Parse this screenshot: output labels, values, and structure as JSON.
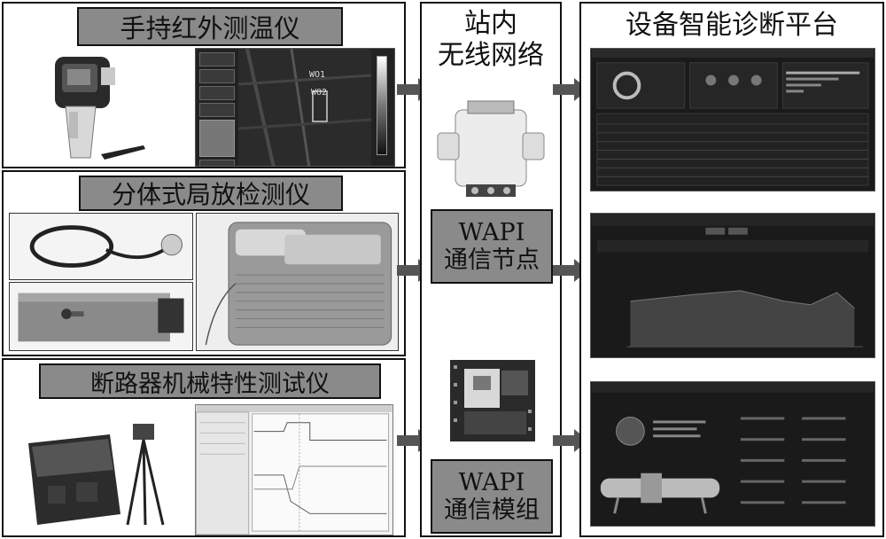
{
  "devices": {
    "infrared": {
      "title": "手持红外测温仪"
    },
    "partial_discharge": {
      "title": "分体式局放检测仪"
    },
    "breaker": {
      "title": "断路器机械特性测试仪"
    }
  },
  "network": {
    "title_line1": "站内",
    "title_line2": "无线网络",
    "node_label_line1": "WAPI",
    "node_label_line2": "通信节点",
    "module_label_line1": "WAPI",
    "module_label_line2": "通信模组"
  },
  "platform": {
    "title": "设备智能诊断平台"
  },
  "thermal_readout": {
    "spot1": "WO1",
    "spot2": "WO2"
  }
}
